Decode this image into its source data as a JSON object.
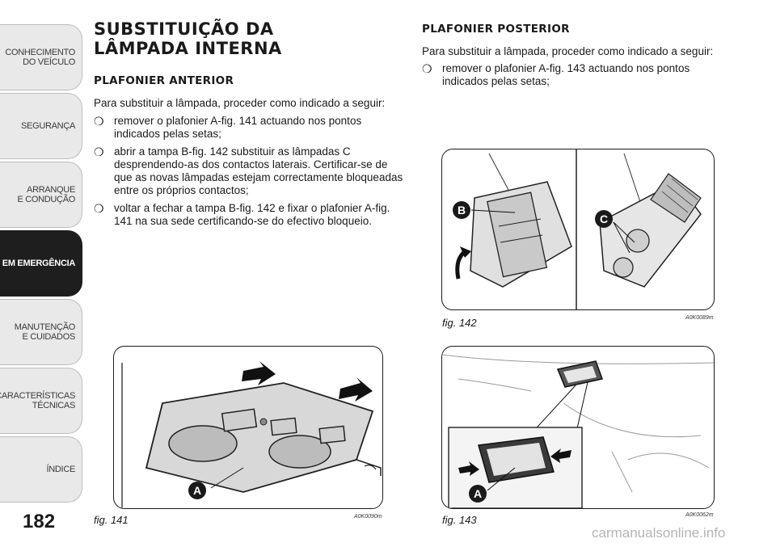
{
  "sidebar": {
    "tabs": [
      {
        "label": "CONHECIMENTO\nDO VEÍCULO",
        "active": false
      },
      {
        "label": "SEGURANÇA",
        "active": false
      },
      {
        "label": "ARRANQUE\nE CONDUÇÃO",
        "active": false
      },
      {
        "label": "EM EMERGÊNCIA",
        "active": true
      },
      {
        "label": "MANUTENÇÃO\nE CUIDADOS",
        "active": false
      },
      {
        "label": "CARACTERÍSTICAS\nTÉCNICAS",
        "active": false
      },
      {
        "label": "ÍNDICE",
        "active": false
      }
    ]
  },
  "page_number": "182",
  "left": {
    "title": "SUBSTITUIÇÃO DA LÂMPADA INTERNA",
    "subtitle": "PLAFONIER ANTERIOR",
    "intro": "Para substituir a lâmpada, proceder como indicado a seguir:",
    "bullet_symbol": "❍",
    "bullets": [
      "remover o plafonier A-fig. 141 actuando nos pontos indicados pelas setas;",
      "abrir a tampa B-fig. 142 substituir as lâmpadas C desprendendo-as dos contactos laterais. Certificar-se de que as novas lâmpadas estejam correctamente bloqueadas entre os próprios contactos;",
      "voltar a fechar a tampa B-fig. 142 e fixar o plafonier A-fig. 141 na sua sede certificando-se do efectivo bloqueio."
    ]
  },
  "right": {
    "subtitle": "PLAFONIER POSTERIOR",
    "intro": "Para substituir a lâmpada, proceder como indicado a seguir:",
    "bullets": [
      "remover o plafonier A-fig. 143 actuando nos pontos indicados pelas setas;"
    ]
  },
  "figures": {
    "fig141": {
      "caption": "fig. 141",
      "code": "A0K0090m",
      "label_a": "A"
    },
    "fig142": {
      "caption": "fig. 142",
      "code": "A0K0089m",
      "label_b": "B",
      "label_c": "C"
    },
    "fig143": {
      "caption": "fig. 143",
      "code": "A0K0062m",
      "label_a": "A"
    }
  },
  "watermark": "carmanualsonline.info"
}
